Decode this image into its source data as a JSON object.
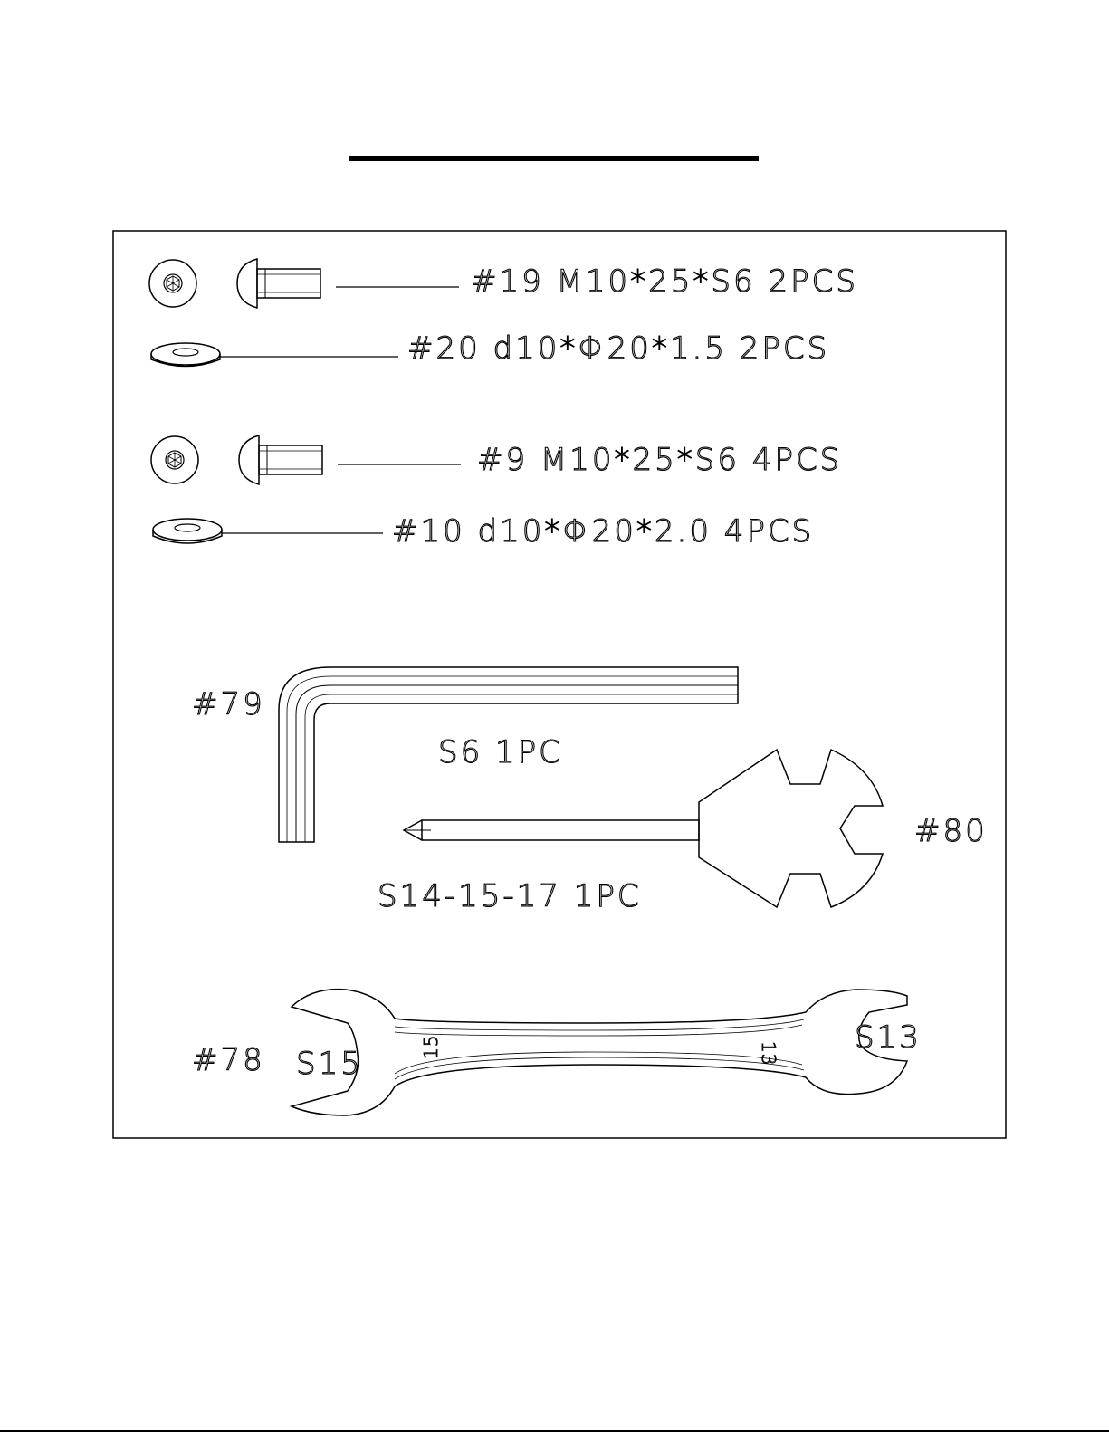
{
  "parts": {
    "p19": {
      "label": "#19 M10*25*S6  2PCS"
    },
    "p20": {
      "label": "#20 d10*Φ20*1.5  2PCS"
    },
    "p9": {
      "label": "#9 M10*25*S6  4PCS"
    },
    "p10": {
      "label": "#10 d10*Φ20*2.0 4PCS"
    },
    "p79": {
      "label": "#79",
      "spec": "S6  1PC"
    },
    "p80": {
      "label": "#80",
      "spec": "S14-15-17  1PC"
    },
    "p78": {
      "label": "#78",
      "left_size": "S15",
      "right_size": "S13",
      "stamp_left": "15",
      "stamp_right": "13"
    }
  }
}
